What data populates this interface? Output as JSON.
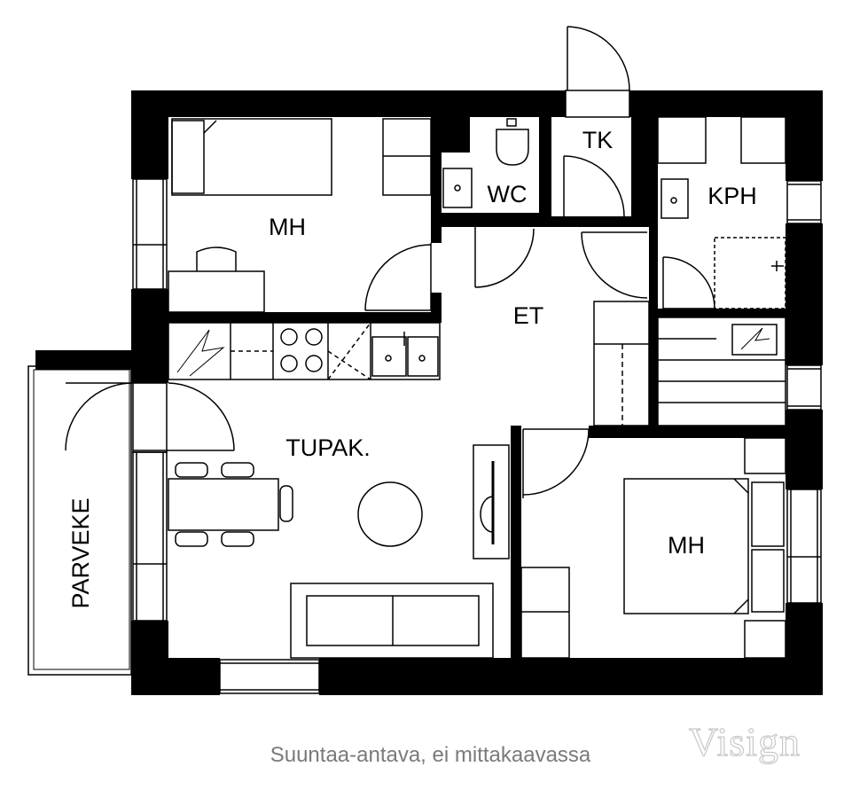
{
  "rooms": {
    "bedroom_top": "MH",
    "wc": "WC",
    "tk": "TK",
    "kph": "KPH",
    "et": "ET",
    "tupak": "TUPAK.",
    "bedroom_bottom": "MH",
    "parveke": "PARVEKE"
  },
  "caption": "Suuntaa-antava, ei mittakaavassa",
  "logo": "Visign"
}
